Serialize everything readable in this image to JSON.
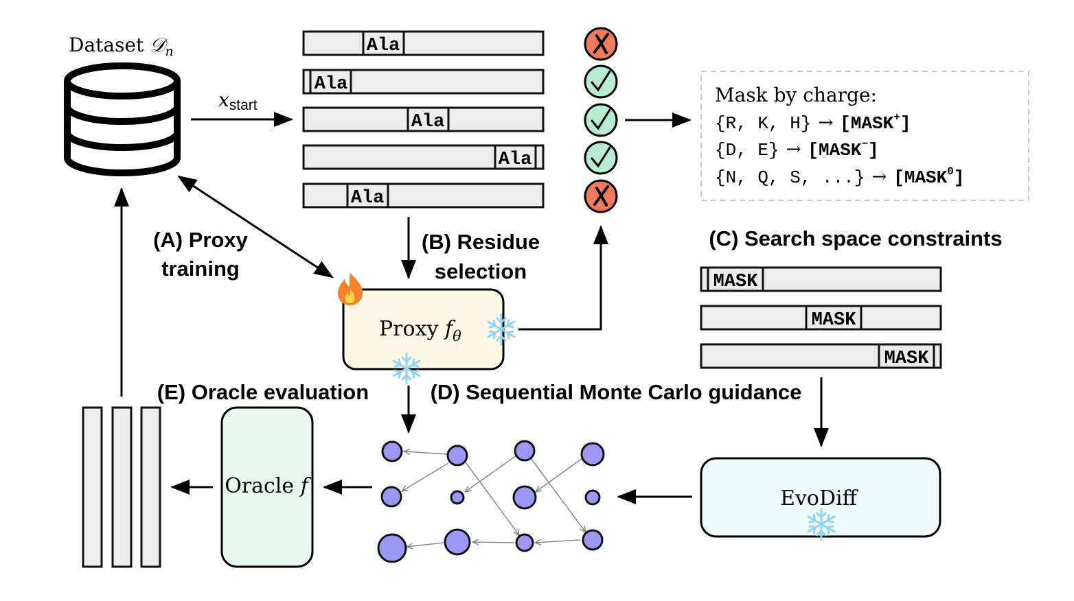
{
  "dataset": {
    "label_prefix": "Dataset ",
    "label_math": "𝒟",
    "label_sub": "n"
  },
  "x_start": {
    "var": "x",
    "sub": "start"
  },
  "residue_token": "Ala",
  "sequence_checks": [
    "cross",
    "check",
    "check",
    "check",
    "cross"
  ],
  "colors": {
    "check": "#b8ecd0",
    "cross": "#f07a5e",
    "node": "#9b97f3",
    "proxy_fill": "#fdf8e6",
    "oracle_fill": "#e8f8ef",
    "evodiff_fill": "#eefafb",
    "snowflake": "#8fd3f5"
  },
  "mask_box": {
    "title": "Mask by charge:",
    "rules": [
      {
        "set": "{R, K, H}",
        "arrow": "→",
        "target": "[MASK",
        "sup": "+",
        "close": "]"
      },
      {
        "set": "{D, E}",
        "arrow": "→",
        "target": "[MASK",
        "sup": "−",
        "close": "]"
      },
      {
        "set": "{N, Q, S, ...}",
        "arrow": "→",
        "target": "[MASK",
        "sup": "0",
        "close": "]"
      }
    ]
  },
  "labels": {
    "a_line1": "(A) Proxy",
    "a_line2": "training",
    "b_line1": "(B) Residue",
    "b_line2": "selection",
    "c": "(C) Search space constraints",
    "d": "(D) Sequential Monte Carlo guidance",
    "e": "(E) Oracle evaluation"
  },
  "mask_token": "MASK",
  "proxy": {
    "label": "Proxy ",
    "var": "f",
    "sub": "θ"
  },
  "oracle": {
    "label": "Oracle ",
    "var": "f"
  },
  "evodiff": {
    "label": "EvoDiff"
  },
  "icons": {
    "fire": "fire-icon",
    "snowflake": "snowflake-icon",
    "database": "database-icon"
  }
}
